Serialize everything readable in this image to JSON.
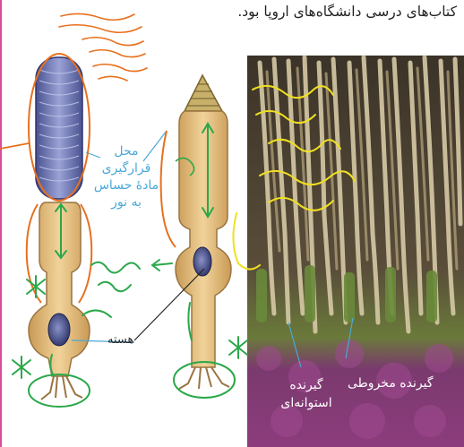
{
  "header": {
    "text": "کتاب‌های درسی دانشگاه‌های اروپا بود."
  },
  "labels": {
    "photoreceptive_site": {
      "line1": "محل",
      "line2": "قرارگیری",
      "line3": "مادهٔ حساس",
      "line4": "به نور"
    },
    "nucleus": "هسته",
    "cone_receptor": "گیرنده مخروطی",
    "rod_receptor": {
      "line1": "گیرنده",
      "line2": "استوانه‌ای"
    }
  },
  "colors": {
    "membrane_disc": "#6e76b0",
    "cell_body": "#e0b978",
    "cone_disc": "#b8a060",
    "annotation_orange": "#e8701e",
    "annotation_green": "#2aa84a",
    "annotation_yellow": "#f0e020",
    "label_blue": "#4aa8d8",
    "photo_purple": "#8a3a78"
  }
}
